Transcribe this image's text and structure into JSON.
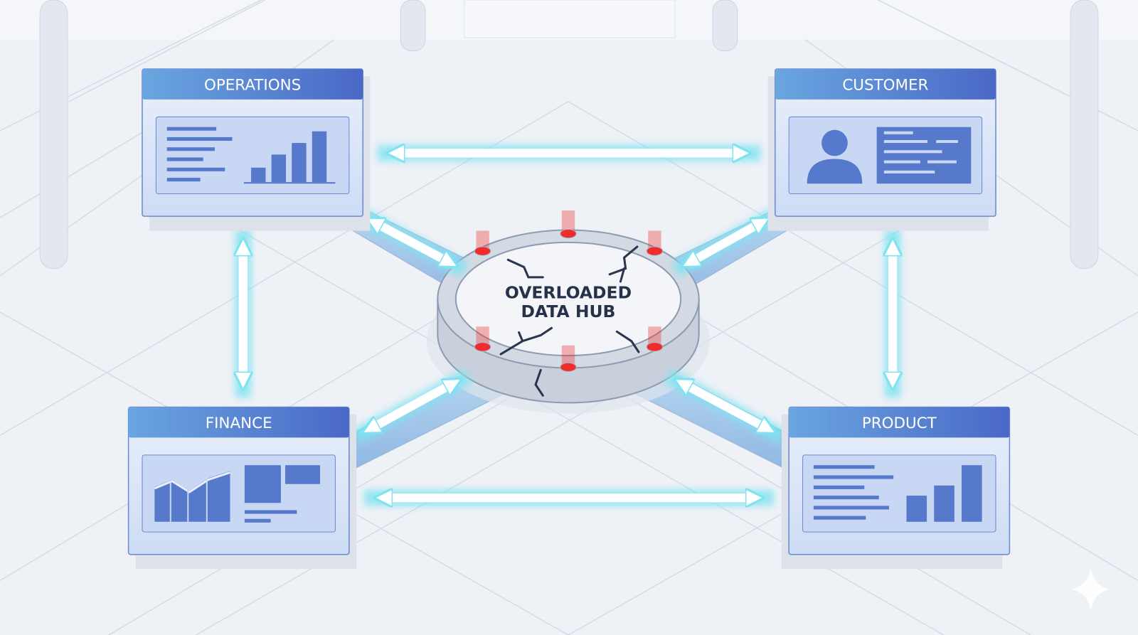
{
  "hub": {
    "line1": "OVERLOADED",
    "line2": "DATA HUB",
    "alert_count": 6,
    "alert_color": "#ef2b2b"
  },
  "departments": [
    {
      "id": "operations",
      "title": "OPERATIONS",
      "icon": "bar-chart-report-icon"
    },
    {
      "id": "customer",
      "title": "CUSTOMER",
      "icon": "user-profile-icon"
    },
    {
      "id": "finance",
      "title": "FINANCE",
      "icon": "line-chart-dashboard-icon"
    },
    {
      "id": "product",
      "title": "PRODUCT",
      "icon": "bar-chart-report-icon"
    }
  ],
  "colors": {
    "panel_header": "#4f78cc",
    "panel_body": "#dce6f8",
    "arrow": "#7fe3f2",
    "background": "#eef1f6"
  }
}
